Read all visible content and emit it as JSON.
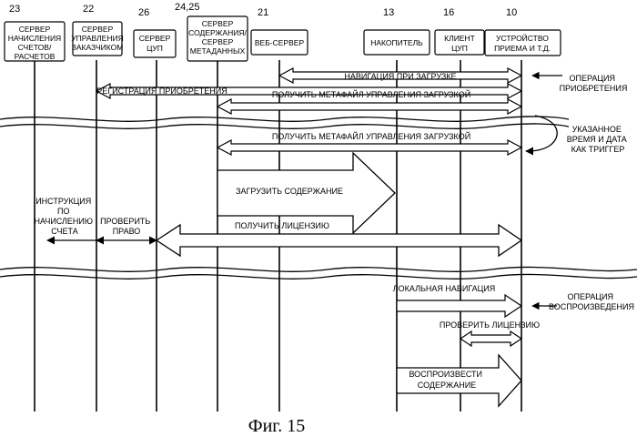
{
  "figure": {
    "caption": "Фиг. 15",
    "entities": [
      {
        "ref": "23",
        "lines": [
          "СЕРВЕР",
          "НАЧИСЛЕНИЯ",
          "СЧЕТОВ/",
          "РАСЧЕТОВ"
        ]
      },
      {
        "ref": "22",
        "lines": [
          "СЕРВЕР",
          "УПРАВЛЕНИЯ",
          "ЗАКАЗЧИКОМ"
        ]
      },
      {
        "ref": "26",
        "lines": [
          "СЕРВЕР",
          "ЦУП"
        ]
      },
      {
        "ref": "24,25",
        "lines": [
          "СЕРВЕР",
          "СОДЕРЖАНИЯ/",
          "СЕРВЕР",
          "МЕТАДАННЫХ"
        ]
      },
      {
        "ref": "21",
        "lines": [
          "ВЕБ-СЕРВЕР"
        ]
      },
      {
        "ref": "13",
        "lines": [
          "НАКОПИТЕЛЬ"
        ]
      },
      {
        "ref": "16",
        "lines": [
          "КЛИЕНТ",
          "ЦУП"
        ]
      },
      {
        "ref": "10",
        "lines": [
          "УСТРОЙСТВО",
          "ПРИЕМА И Т.Д."
        ]
      }
    ],
    "messages": {
      "nav_download": "НАВИГАЦИЯ ПРИ ЗАГРУЗКЕ",
      "register_purchase": "РЕГИСТРАЦИЯ ПРИОБРЕТЕНИЯ",
      "get_metafile_1": "ПОЛУЧИТЬ МЕТАФАЙЛ УПРАВЛЕНИЯ ЗАГРУЗКОЙ",
      "get_metafile_2": "ПОЛУЧИТЬ МЕТАФАЙЛ УПРАВЛЕНИЯ ЗАГРУЗКОЙ",
      "download_content": "ЗАГРУЗИТЬ СОДЕРЖАНИЕ",
      "billing_instruction": [
        "ИНСТРУКЦИЯ",
        "ПО",
        "НАЧИСЛЕНИЮ",
        "СЧЕТА"
      ],
      "check_right": [
        "ПРОВЕРИТЬ",
        "ПРАВО"
      ],
      "get_license": "ПОЛУЧИТЬ ЛИЦЕНЗИЮ",
      "local_nav": "ЛОКАЛЬНАЯ НАВИГАЦИЯ",
      "check_license": "ПРОВЕРИТЬ ЛИЦЕНЗИЮ",
      "play_content": [
        "ВОСПРОИЗВЕСТИ",
        "СОДЕРЖАНИЕ"
      ]
    },
    "side_notes": {
      "purchase_op": [
        "ОПЕРАЦИЯ",
        "ПРИОБРЕТЕНИЯ"
      ],
      "trigger": [
        "УКАЗАННОЕ",
        "ВРЕМЯ И ДАТА",
        "КАК ТРИГГЕР"
      ],
      "playback_op": [
        "ОПЕРАЦИЯ",
        "ВОСПРОИЗВЕДЕНИЯ"
      ]
    }
  }
}
